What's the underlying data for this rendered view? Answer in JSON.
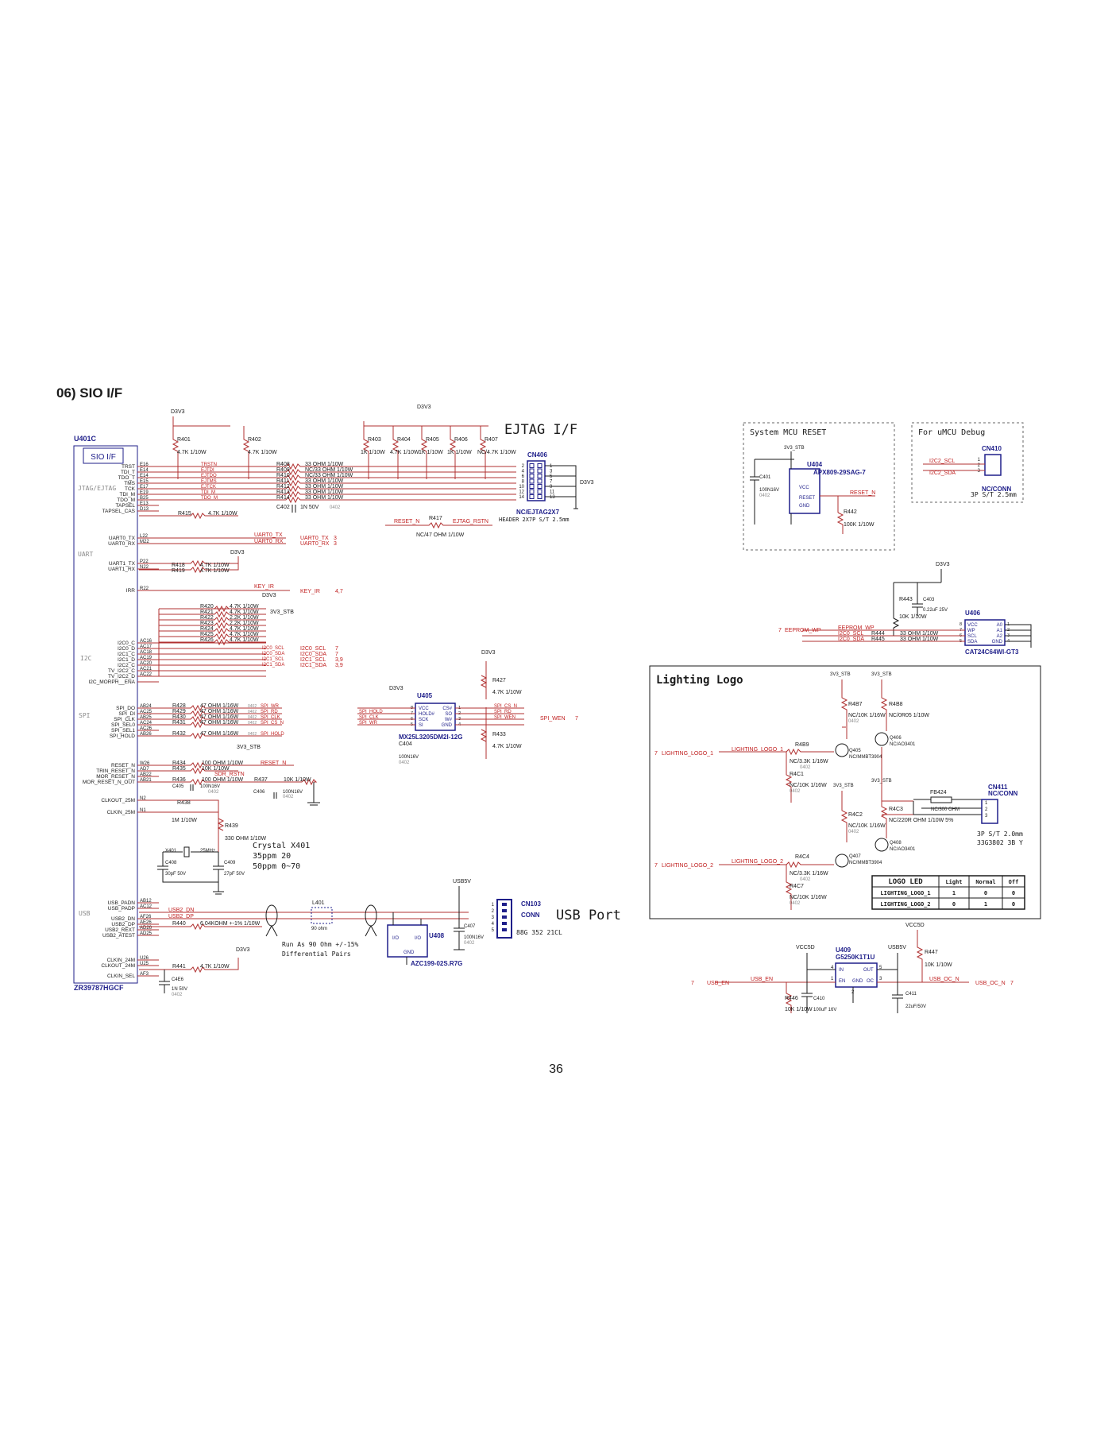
{
  "page_title": "06) SIO I/F",
  "page_number": "36",
  "section_titles": {
    "ejtag": "EJTAG I/F",
    "mcu_reset": "System MCU RESET",
    "umcu_debug": "For uMCU Debug",
    "lighting": "Lighting Logo",
    "usb": "USB Port"
  },
  "u401": {
    "ref": "U401C",
    "block": "SIO I/F",
    "part": "ZR39787HGCF",
    "groups": [
      "JTAG/EJTAG",
      "UART",
      "I2C",
      "SPI",
      "USB"
    ],
    "pins": [
      {
        "name": "TRST",
        "pad": "E16",
        "net": "TRSTN"
      },
      {
        "name": "TDI_T",
        "pad": "E14",
        "net": "EJTDI"
      },
      {
        "name": "TDO_T",
        "pad": "E14",
        "net": "EJTDO"
      },
      {
        "name": "TMS",
        "pad": "E15",
        "net": "EJTMS"
      },
      {
        "name": "TCK",
        "pad": "E17",
        "net": "EJTCK"
      },
      {
        "name": "TDI_M",
        "pad": "E19",
        "net": "TDI_M"
      },
      {
        "name": "TDO_M",
        "pad": "B25",
        "net": "TDO_M"
      },
      {
        "name": "TAPSEL",
        "pad": "E13",
        "net": ""
      },
      {
        "name": "TAPSEL_CAS",
        "pad": "D13",
        "net": ""
      },
      {
        "name": "UART0_TX",
        "pad": "L22",
        "net": "UART0_TX"
      },
      {
        "name": "UART0_RX",
        "pad": "M22",
        "net": "UART0_RX"
      },
      {
        "name": "UART1_TX",
        "pad": "P22",
        "net": ""
      },
      {
        "name": "UART1_RX",
        "pad": "N22",
        "net": ""
      },
      {
        "name": "IRR",
        "pad": "R22",
        "net": "KEY_IR"
      },
      {
        "name": "I2C0_C",
        "pad": "AC16",
        "net": "I2C0_SCL"
      },
      {
        "name": "I2C0_D",
        "pad": "AC17",
        "net": "I2C0_SDA"
      },
      {
        "name": "I2C1_C",
        "pad": "AC18",
        "net": "I2C1_SCL"
      },
      {
        "name": "I2C1_D",
        "pad": "AC19",
        "net": "I2C1_SDA"
      },
      {
        "name": "I2C2_C",
        "pad": "AC20",
        "net": "I2C2_SCL"
      },
      {
        "name": "TV_I2C2_C",
        "pad": "AC21",
        "net": "I2C2_SDA"
      },
      {
        "name": "TV_I2C2_D",
        "pad": "AC22",
        "net": ""
      },
      {
        "name": "I2C_MORPH__ENA",
        "pad": "",
        "net": ""
      },
      {
        "name": "SPI_DO",
        "pad": "AB24",
        "net": "SPI_WR"
      },
      {
        "name": "SPI_DI",
        "pad": "AC25",
        "net": "SPI_RD"
      },
      {
        "name": "SPI_CLK",
        "pad": "AB25",
        "net": "SPI_CLK"
      },
      {
        "name": "SPI_SEL0",
        "pad": "AC24",
        "net": "SPI_CS_N"
      },
      {
        "name": "SPI_SEL1",
        "pad": "AC26",
        "net": ""
      },
      {
        "name": "SPI_HOLD",
        "pad": "AB26",
        "net": "SPI_HOLD"
      },
      {
        "name": "RESET_N",
        "pad": "W26",
        "net": "RESET_N"
      },
      {
        "name": "TRIN_RESET_N",
        "pad": "AD7",
        "net": "SDR_RSTN"
      },
      {
        "name": "MOR_RESET_N",
        "pad": "AB22",
        "net": ""
      },
      {
        "name": "MOR_RESET_N_OUT",
        "pad": "AB21",
        "net": ""
      },
      {
        "name": "CLKOUT_25M",
        "pad": "N2",
        "net": ""
      },
      {
        "name": "CLKIN_25M",
        "pad": "N1",
        "net": ""
      },
      {
        "name": "USB_PADN",
        "pad": "AB12",
        "net": ""
      },
      {
        "name": "USB_PADP",
        "pad": "AC12",
        "net": ""
      },
      {
        "name": "USB2_DN",
        "pad": "AF26",
        "net": "USB2_DN"
      },
      {
        "name": "USB2_DP",
        "pad": "AE26",
        "net": "USB2_DP"
      },
      {
        "name": "USB2_REXT",
        "pad": "AD26",
        "net": ""
      },
      {
        "name": "USB2_ATEST",
        "pad": "AD25",
        "net": ""
      },
      {
        "name": "CLKIN_24M",
        "pad": "U26",
        "net": ""
      },
      {
        "name": "CLKOUT_24M",
        "pad": "U25",
        "net": ""
      },
      {
        "name": "CLKIN_SEL",
        "pad": "AF3",
        "net": ""
      }
    ]
  },
  "ejtag": {
    "top_resistors": [
      {
        "ref": "R401",
        "value": "4.7K 1/10W"
      },
      {
        "ref": "R402",
        "value": "4.7K 1/10W"
      },
      {
        "ref": "R403",
        "value": "1K 1/10W"
      },
      {
        "ref": "R404",
        "value": "4.7K 1/10W"
      },
      {
        "ref": "R405",
        "value": "1K 1/10W"
      },
      {
        "ref": "R406",
        "value": "1K 1/10W"
      },
      {
        "ref": "R407",
        "value": "NC/4.7K 1/10W"
      }
    ],
    "series": [
      {
        "ref": "R408",
        "value": "33 OHM 1/10W"
      },
      {
        "ref": "R409",
        "value": "NC/33 OHM 1/10W"
      },
      {
        "ref": "R410",
        "value": "NC/33 OHM 1/10W"
      },
      {
        "ref": "R411",
        "value": "33 OHM 1/10W"
      },
      {
        "ref": "R412",
        "value": "33 OHM 1/10W"
      },
      {
        "ref": "R413",
        "value": "33 OHM 1/10W"
      },
      {
        "ref": "R414",
        "value": "33 OHM 1/10W"
      }
    ],
    "cap": {
      "ref": "C402",
      "value": "1N 50V",
      "pkg": "0402"
    },
    "tapsel_res": {
      "ref": "R415",
      "value": "4.7K 1/10W"
    },
    "r417": {
      "ref": "R417",
      "value": "NC/47 OHM 1/10W"
    },
    "nets": {
      "reset": "RESET_N",
      "ejtag_rst": "EJTAG_RSTN"
    },
    "header": {
      "ref": "CN406",
      "part": "NC/EJTAG2X7",
      "desc": "HEADER 2X7P S/T 2.5mm",
      "left_pins": [
        "2",
        "4",
        "6",
        "8",
        "10",
        "12",
        "14"
      ],
      "right_pins": [
        "1",
        "3",
        "5",
        "7",
        "9",
        "11",
        "13"
      ]
    },
    "rail": "D3V3"
  },
  "uart": {
    "r418": {
      "ref": "R418",
      "value": "4.7K 1/10W"
    },
    "r419": {
      "ref": "R419",
      "value": "4.7K 1/10W"
    },
    "off_page": [
      {
        "net": "UART0_TX",
        "page": "3"
      },
      {
        "net": "UART0_RX",
        "page": "3"
      }
    ]
  },
  "irr": {
    "net": "KEY_IR",
    "page": "4,7"
  },
  "i2c": {
    "pullups": [
      {
        "ref": "R420",
        "value": "4.7K 1/10W"
      },
      {
        "ref": "R421",
        "value": "4.7K 1/10W"
      },
      {
        "ref": "R422",
        "value": "2.2K 1/10W"
      },
      {
        "ref": "R423",
        "value": "2.2K 1/10W"
      },
      {
        "ref": "R424",
        "value": "4.7K 1/10W"
      },
      {
        "ref": "R425",
        "value": "4.7K 1/10W"
      },
      {
        "ref": "R426",
        "value": "4.7K 1/10W"
      }
    ],
    "rail": "3V3_STB",
    "off_page": [
      {
        "net": "I2C0_SCL",
        "page": "7"
      },
      {
        "net": "I2C0_SDA",
        "page": "7"
      },
      {
        "net": "I2C1_SCL",
        "page": "3,9"
      },
      {
        "net": "I2C1_SDA",
        "page": "3,9"
      }
    ]
  },
  "spi": {
    "series": [
      {
        "ref": "R428",
        "value": "47 OHM 1/16W",
        "pkg": "0402",
        "net": "SPI_WR"
      },
      {
        "ref": "R429",
        "value": "47 OHM 1/16W",
        "pkg": "0402",
        "net": "SPI_RD"
      },
      {
        "ref": "R430",
        "value": "47 OHM 1/16W",
        "pkg": "0402",
        "net": "SPI_CLK"
      },
      {
        "ref": "R431",
        "value": "47 OHM 1/16W",
        "pkg": "0402",
        "net": "SPI_CS_N"
      },
      {
        "ref": "R432",
        "value": "47 OHM 1/16W",
        "pkg": "0402",
        "net": "SPI_HOLD"
      }
    ],
    "flash": {
      "ref": "U405",
      "part": "MX25L3205DM2I-12G",
      "left_pins": [
        {
          "n": "8",
          "name": "VCC"
        },
        {
          "n": "7",
          "name": "HOLD#"
        },
        {
          "n": "6",
          "name": "SCK"
        },
        {
          "n": "5",
          "name": "SI"
        }
      ],
      "right_pins": [
        {
          "n": "1",
          "name": "CS#"
        },
        {
          "n": "2",
          "name": "SO"
        },
        {
          "n": "3",
          "name": "W#"
        },
        {
          "n": "4",
          "name": "GND"
        }
      ],
      "left_nets": [
        "SPI_HOLD",
        "SPI_CLK",
        "SPI_WR"
      ],
      "right_nets": [
        "SPI_CS_N",
        "SPI_RD",
        "SPI_WEN"
      ]
    },
    "c404": {
      "ref": "C404",
      "value": "100N16V",
      "pkg": "0402"
    },
    "r427": {
      "ref": "R427",
      "value": "4.7K 1/10W"
    },
    "r433": {
      "ref": "R433",
      "value": "4.7K 1/10W"
    },
    "spi_wen": {
      "net": "SPI_WEN",
      "page": "7"
    }
  },
  "reset": {
    "r434": {
      "ref": "R434",
      "value": "100 OHM 1/10W"
    },
    "r435": {
      "ref": "R435",
      "value": "10K 1/10W"
    },
    "r436": {
      "ref": "R436",
      "value": "100 OHM 1/10W"
    },
    "r437": {
      "ref": "R437",
      "value": "10K 1/10W"
    },
    "c405": {
      "ref": "C405",
      "value": "100N16V",
      "pkg": "0402"
    },
    "c406": {
      "ref": "C406",
      "value": "100N16V",
      "pkg": "0402"
    },
    "nets": [
      "RESET_N",
      "SDR_RSTN"
    ],
    "rail": "3V3_STB"
  },
  "clock": {
    "r438": {
      "ref": "R438",
      "value": "1M 1/10W"
    },
    "r439": {
      "ref": "R439",
      "value": "330 OHM 1/10W"
    },
    "crystal": {
      "ref": "X401",
      "freq": "25MHz",
      "line1": "Crystal  X401",
      "line2": "35ppm 20",
      "line3": "50ppm 0~70"
    },
    "c408": {
      "ref": "C408",
      "value": "30pF 50V"
    },
    "c409": {
      "ref": "C409",
      "value": "27pF 50V"
    }
  },
  "usb": {
    "r440": {
      "ref": "R440",
      "value": "6.04KOHM +-1% 1/10W"
    },
    "choke": {
      "ref": "L401",
      "value": "90 ohm"
    },
    "note1": "Run As 90 Ohm +/-15%",
    "note2": "Differential Pairs",
    "tvs": {
      "ref": "U408",
      "part": "AZC199-02S.R7G",
      "pins": [
        "I/O",
        "I/O",
        "GND"
      ]
    },
    "c407": {
      "ref": "C407",
      "value": "100N16V",
      "pkg": "0402"
    },
    "conn": {
      "ref": "CN103",
      "name": "CONN",
      "desc": "88G 352   21CL",
      "pins": [
        "1",
        "2",
        "3",
        "4",
        "5"
      ]
    },
    "rail": "USB5V",
    "r441": {
      "ref": "R441",
      "value": "4.7K 1/10W"
    },
    "c4e6": {
      "ref": "C4E6",
      "value": "1N 50V",
      "pkg": "0402"
    },
    "nets": [
      "USB2_DN",
      "USB2_DP"
    ]
  },
  "mcu_reset": {
    "ic": {
      "ref": "U404",
      "part": "APX809-29SAG-7",
      "pins": [
        "VCC",
        "GND",
        "RESET"
      ]
    },
    "c401": {
      "ref": "C401",
      "value": "100N16V",
      "pkg": "0402"
    },
    "r442": {
      "ref": "R442",
      "value": "100K 1/10W"
    },
    "rail": "3V3_STB",
    "net": "RESET_N"
  },
  "umcu": {
    "conn": {
      "ref": "CN410",
      "part": "NC/CONN",
      "desc": "3P S/T 2.5mm",
      "pins": [
        "1",
        "2",
        "3"
      ]
    },
    "nets": [
      "I2C2_SCL",
      "I2C2_SDA"
    ]
  },
  "eeprom": {
    "ic": {
      "ref": "U406",
      "part": "CAT24C64WI-GT3",
      "left_pins": [
        {
          "n": "8",
          "name": "VCC"
        },
        {
          "n": "7",
          "name": "WP"
        },
        {
          "n": "6",
          "name": "SCL"
        },
        {
          "n": "5",
          "name": "SDA"
        }
      ],
      "right_pins": [
        {
          "n": "1",
          "name": "A0"
        },
        {
          "n": "2",
          "name": "A1"
        },
        {
          "n": "3",
          "name": "A2"
        },
        {
          "n": "4",
          "name": "GND"
        }
      ]
    },
    "r443": {
      "ref": "R443",
      "value": "10K 1/10W"
    },
    "c403": {
      "ref": "C403",
      "value": "0.22uF 25V"
    },
    "r444": {
      "ref": "R444",
      "value": "33 OHM 1/10W"
    },
    "r445": {
      "ref": "R445",
      "value": "33 OHM 1/10W"
    },
    "nets": [
      "EEPROM_WP",
      "I2C0_SCL",
      "I2C0_SDA"
    ],
    "wp_page": "7",
    "rail": "D3V3"
  },
  "lighting": {
    "rails": [
      "3V3_STB",
      "3V3_STB"
    ],
    "r4b7": {
      "ref": "R4B7",
      "value": "NC/10K 1/16W",
      "pkg": "0402"
    },
    "r4b8": {
      "ref": "R4B8",
      "value": "NC/0R05 1/10W"
    },
    "r4b9": {
      "ref": "R4B9",
      "value": "NC/3.3K 1/16W",
      "pkg": "0402"
    },
    "r4c1": {
      "ref": "R4C1",
      "value": "NC/10K 1/16W",
      "pkg": "0402"
    },
    "q405": {
      "ref": "Q405",
      "part": "NC/MMBT3904"
    },
    "q406": {
      "ref": "Q406",
      "part": "NC/AO3401"
    },
    "r4c2": {
      "ref": "R4C2",
      "value": "NC/10K 1/16W",
      "pkg": "0402"
    },
    "r4c3": {
      "ref": "R4C3",
      "value": "NC/220R OHM 1/10W 5%"
    },
    "q407": {
      "ref": "Q407",
      "part": "NC/MMBT3904"
    },
    "q408": {
      "ref": "Q408",
      "part": "NC/AO3401"
    },
    "r4c4": {
      "ref": "R4C4",
      "value": "NC/3.3K 1/16W",
      "pkg": "0402"
    },
    "r4c7": {
      "ref": "R4C7",
      "value": "NC/10K 1/16W",
      "pkg": "0402"
    },
    "fb": {
      "ref": "FB424",
      "value": "NC/300 OHM"
    },
    "conn": {
      "ref": "CN411",
      "part": "NC/CONN",
      "desc": "3P S/T 2.0mm",
      "desc2": "33G3802 3B  Y",
      "pins": [
        "1",
        "2",
        "3"
      ]
    },
    "inputs": [
      {
        "page": "7",
        "net": "LIGHTING_LOGO_1"
      },
      {
        "page": "7",
        "net": "LIGHTING_LOGO_2"
      }
    ],
    "table": {
      "headers": [
        "LOGO LED",
        "Light",
        "Normal",
        "Off"
      ],
      "rows": [
        [
          "LIGHTING_LOGO_1",
          "1",
          "0",
          "0"
        ],
        [
          "LIGHTING_LOGO_2",
          "0",
          "1",
          "0"
        ]
      ]
    }
  },
  "usb_power": {
    "ic": {
      "ref": "U409",
      "part": "G5250K1T1U",
      "pins": [
        "IN",
        "OUT",
        "EN",
        "GND",
        "OC"
      ],
      "pin_nums": [
        "4",
        "5",
        "1",
        "2",
        "3"
      ]
    },
    "rails": [
      "VCC5D",
      "USB5V",
      "VCC5D"
    ],
    "r446": {
      "ref": "R446",
      "value": "10K 1/10W"
    },
    "c410": {
      "ref": "C410",
      "value": "100uF 16V"
    },
    "r447": {
      "ref": "R447",
      "value": "10K 1/10W"
    },
    "c411": {
      "ref": "C411",
      "value": "22uF/50V"
    },
    "nets": [
      {
        "page": "7",
        "net": "USB_EN"
      },
      {
        "page": "7",
        "net": "USB_OC_N"
      }
    ]
  }
}
